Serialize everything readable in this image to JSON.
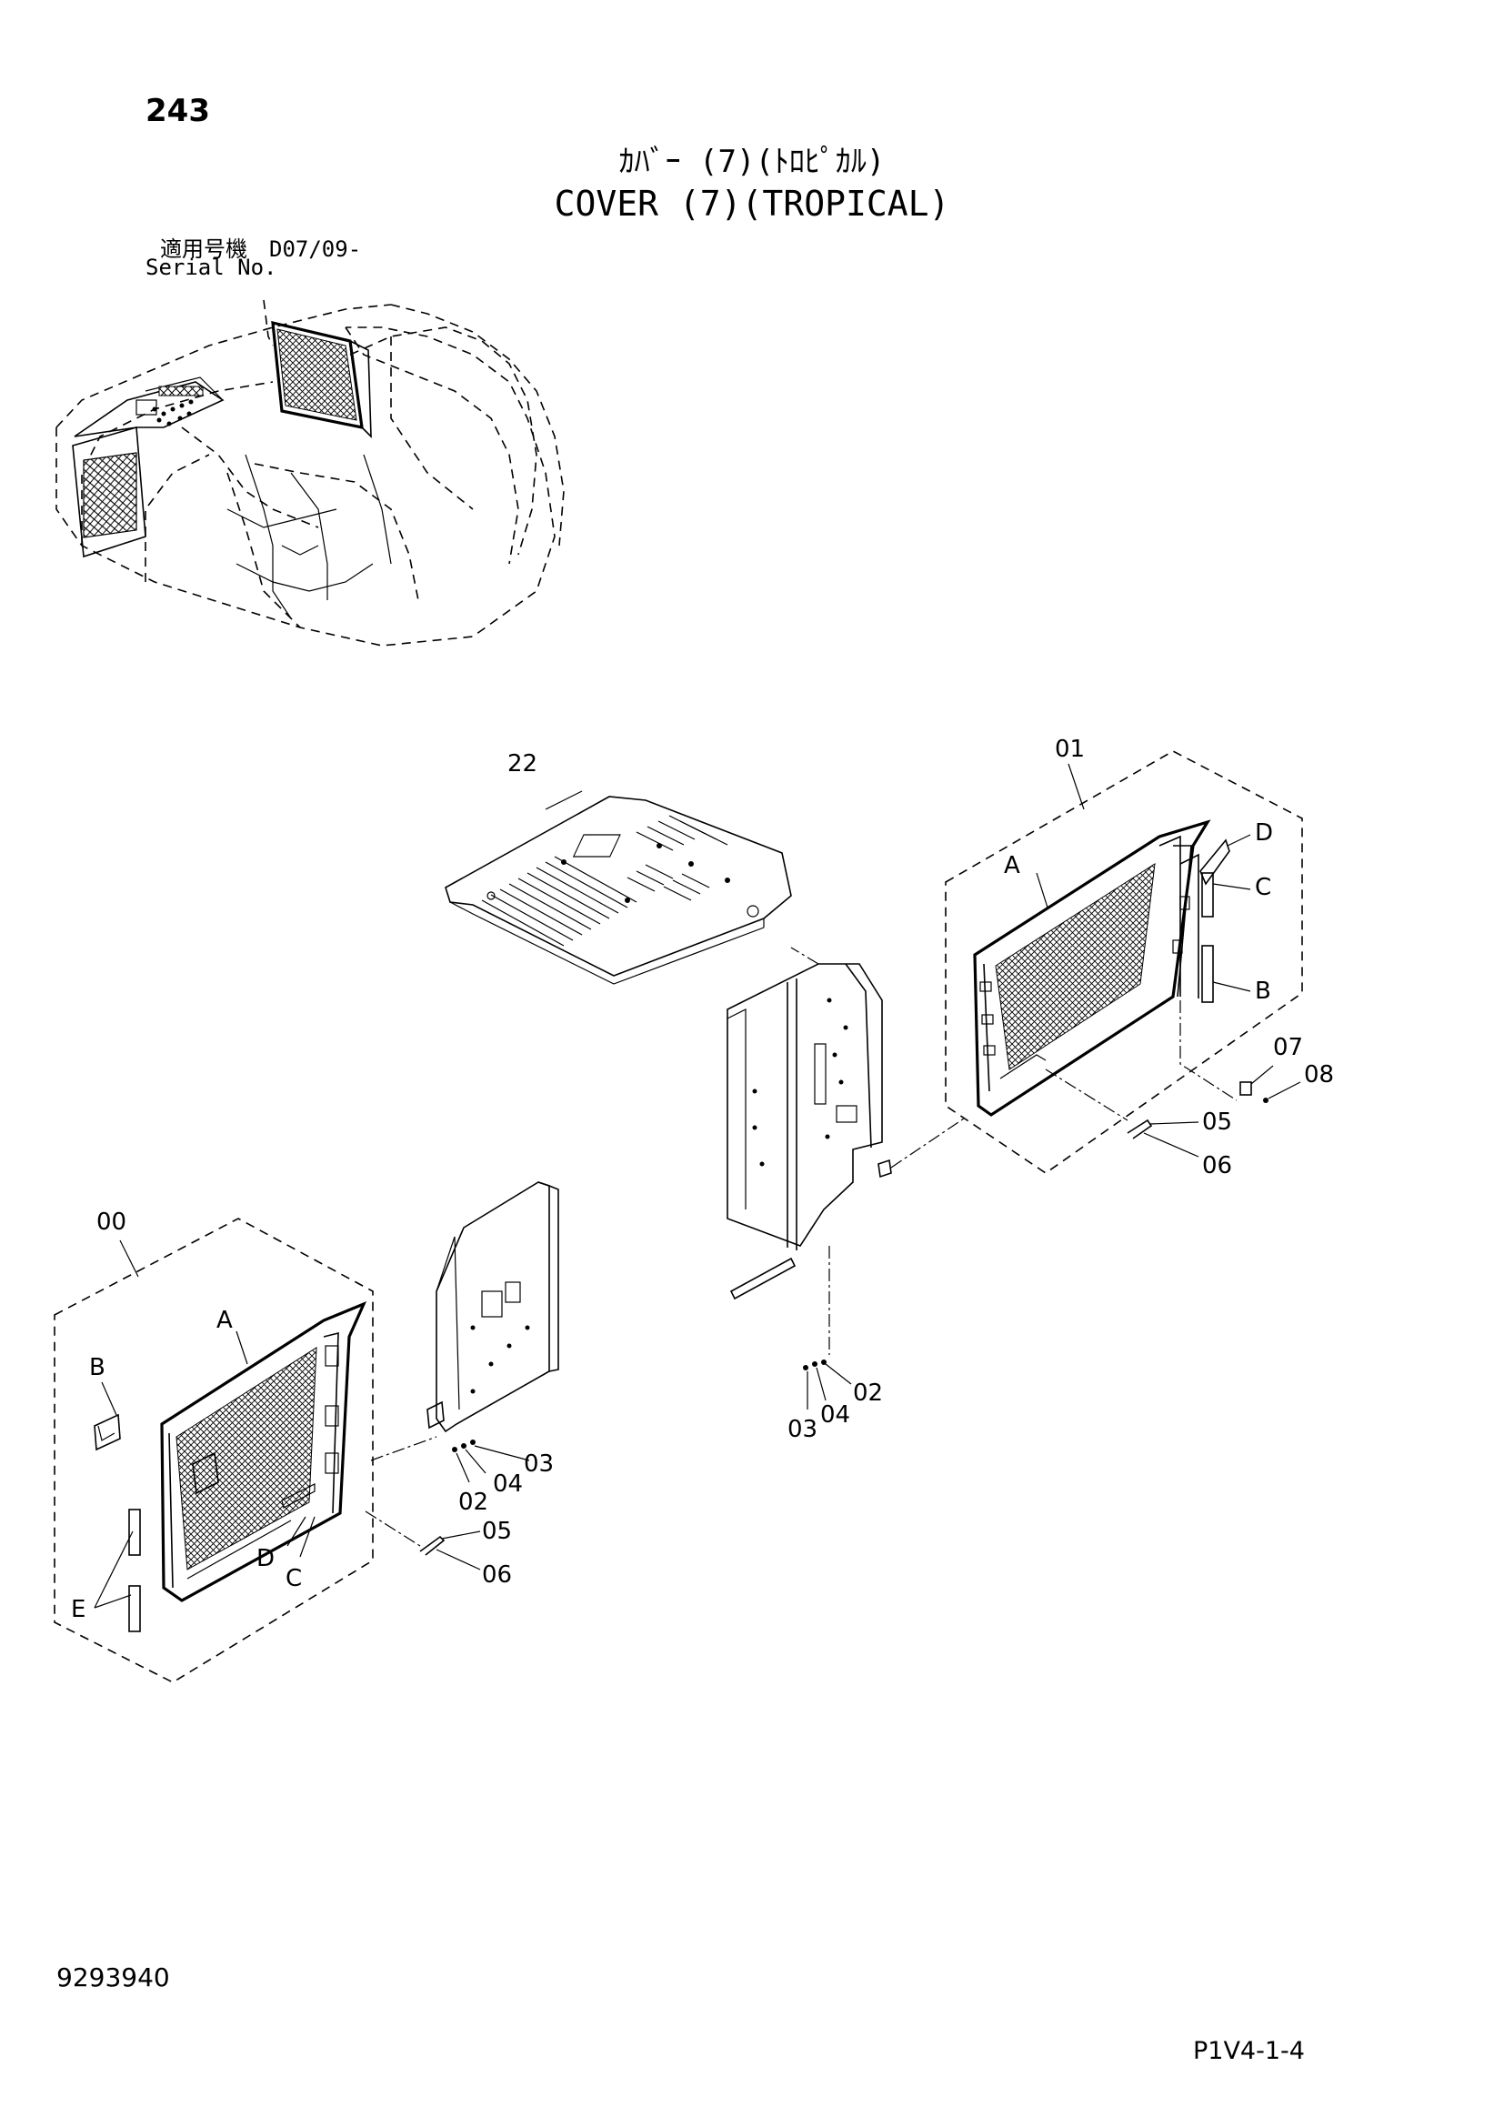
{
  "header": {
    "page_number": "243",
    "title_jp": "ｶﾊﾞｰ (7)(ﾄﾛﾋﾟｶﾙ)",
    "title_en": "COVER (7)(TROPICAL)",
    "serial_label_jp": "適用号機　D07/09-",
    "serial_label_en": "Serial No."
  },
  "footer": {
    "doc_code": "9293940",
    "page_ref": "P1V4-1-4"
  },
  "callouts": {
    "c22": "22",
    "c01": "01",
    "c01_A": "A",
    "c01_B": "B",
    "c01_C": "C",
    "c01_D": "D",
    "c07_r": "07",
    "c08_r": "08",
    "c05_r": "05",
    "c06_r": "06",
    "c02_r": "02",
    "c03_r": "03",
    "c04_r": "04",
    "c00": "00",
    "c00_A": "A",
    "c00_B": "B",
    "c00_C": "C",
    "c00_D": "D",
    "c00_E": "E",
    "c02_l": "02",
    "c03_l": "03",
    "c04_l": "04",
    "c05_l": "05",
    "c06_l": "06"
  }
}
